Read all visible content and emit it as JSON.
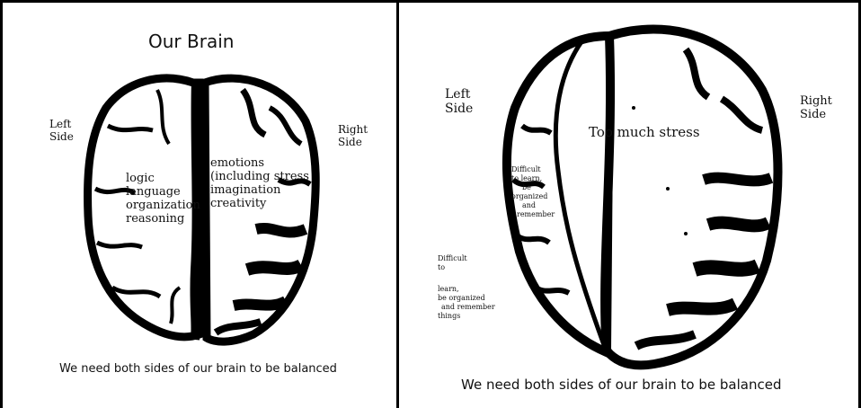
{
  "left_panel": {
    "title": "Our Brain",
    "left_side_label": [
      "Left",
      "Side"
    ],
    "right_side_label": [
      "Right",
      "Side"
    ],
    "left_hemisphere_items": [
      "logic",
      "language",
      "organization",
      "reasoning"
    ],
    "right_hemisphere_items": [
      "emotions",
      "(including stress",
      "imagination",
      "creativity"
    ],
    "caption": "We need both sides of our brain to be balanced"
  },
  "right_panel": {
    "left_side_label": [
      "Left",
      "Side"
    ],
    "right_side_label": [
      "Right",
      "Side"
    ],
    "stress_label": "Too much stress",
    "inner_note": [
      "Difficult",
      "to learn,",
      "be",
      "organized",
      "and",
      "remember"
    ],
    "outer_note": [
      "Difficult",
      "to",
      "",
      "learn,",
      "be organized",
      "and remember",
      "things"
    ],
    "caption": "We need both sides of our brain to be balanced"
  },
  "colors": {
    "ink": "#000000",
    "background": "#ffffff"
  }
}
